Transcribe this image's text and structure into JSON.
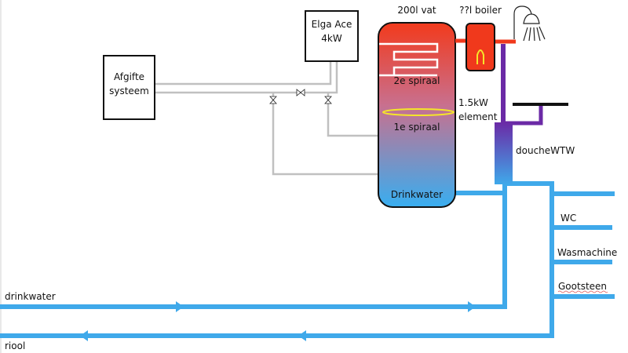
{
  "labels": {
    "heat_emitter": [
      "Afgifte",
      "systeem"
    ],
    "heat_pump": [
      "Elga Ace",
      "4kW"
    ],
    "tank_title": "200l vat",
    "boiler_title": "??l boiler",
    "coil_2": "2e spiraal",
    "coil_1": "1e spiraal",
    "element": [
      "1.5kW",
      "element"
    ],
    "tank_bottom": "Drinkwater",
    "shower_hx": "doucheWTW",
    "wc": "WC",
    "washing_machine": "Wasmachine",
    "sink": "Gootsteen",
    "drinking_water": "drinkwater",
    "sewer": "riool"
  },
  "colors": {
    "water_blue": "#3fa9ea",
    "hot_red": "#f0391c",
    "drain_purple": "#6b2aa6",
    "heating_grey": "#c0c0c0",
    "element_yellow": "#f5e52a"
  },
  "icons": [
    "shower-icon",
    "valve-icon",
    "flow-arrow-icon"
  ]
}
